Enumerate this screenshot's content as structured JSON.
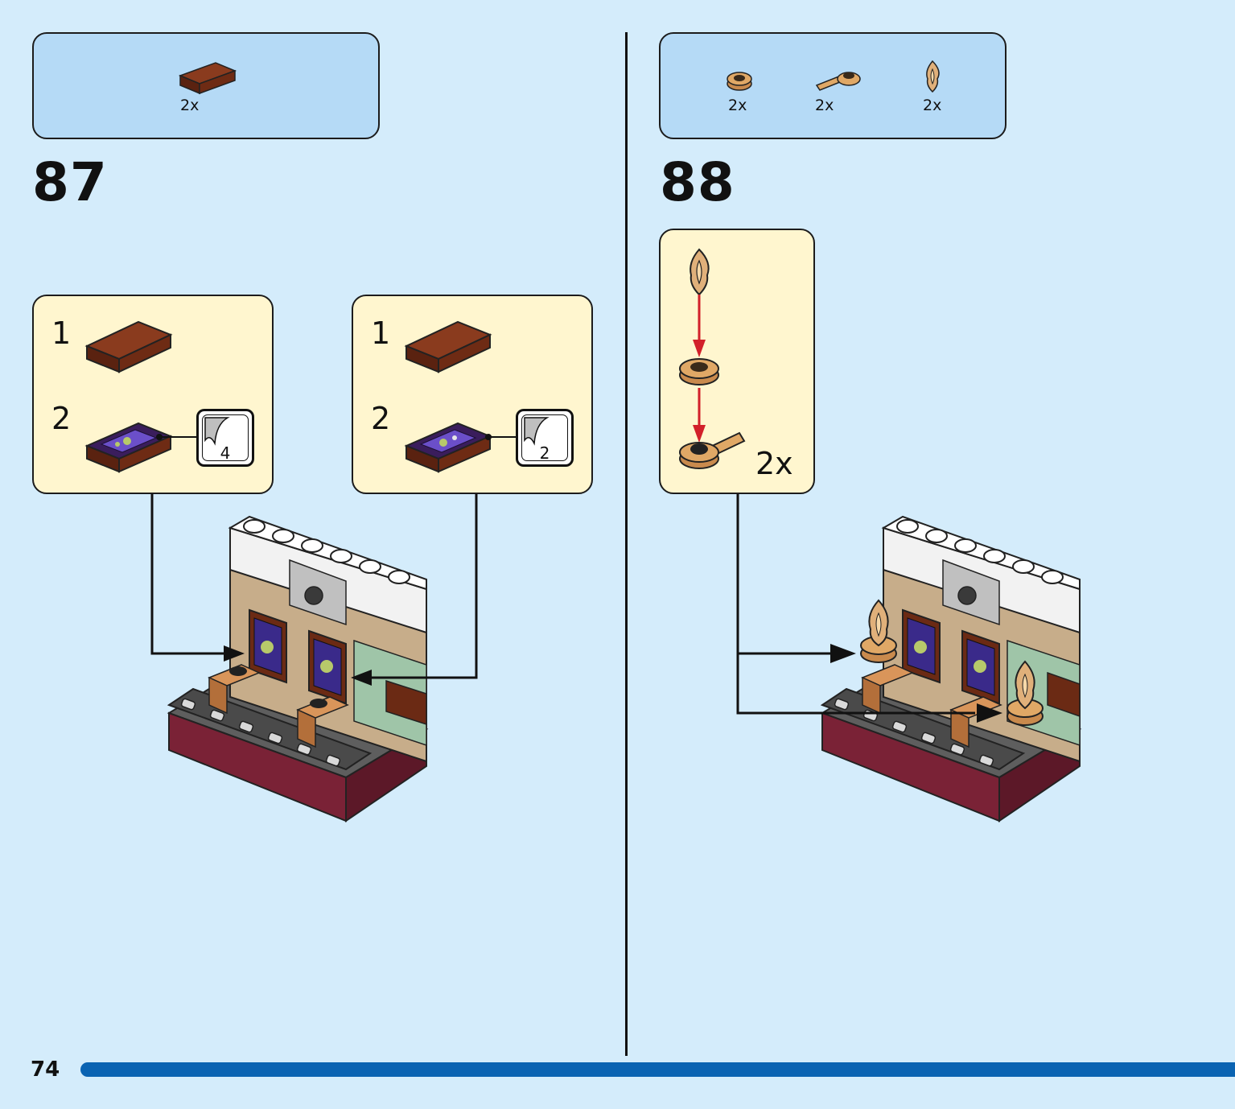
{
  "page": {
    "number": "74",
    "progress_percent": 100
  },
  "steps": [
    {
      "number": "87",
      "parts": [
        {
          "qty": "2x",
          "icon": "brown-tile-1x2-icon"
        }
      ],
      "subassemblies": [
        {
          "items": [
            {
              "label": "1"
            },
            {
              "label": "2",
              "sticker": "4"
            }
          ]
        },
        {
          "items": [
            {
              "label": "1"
            },
            {
              "label": "2",
              "sticker": "2"
            }
          ]
        }
      ]
    },
    {
      "number": "88",
      "parts": [
        {
          "qty": "2x",
          "icon": "round-plate-icon"
        },
        {
          "qty": "2x",
          "icon": "plate-with-bar-icon"
        },
        {
          "qty": "2x",
          "icon": "flame-icon"
        }
      ],
      "subassembly": {
        "multiplier": "2x"
      }
    }
  ],
  "colors": {
    "background": "#d4ecfb",
    "parts_box": "#b5daf6",
    "sub_box": "#fff6cf",
    "progress": "#0a63b2",
    "arrow_red": "#d2202a",
    "brick_brown": "#6b2a14"
  }
}
